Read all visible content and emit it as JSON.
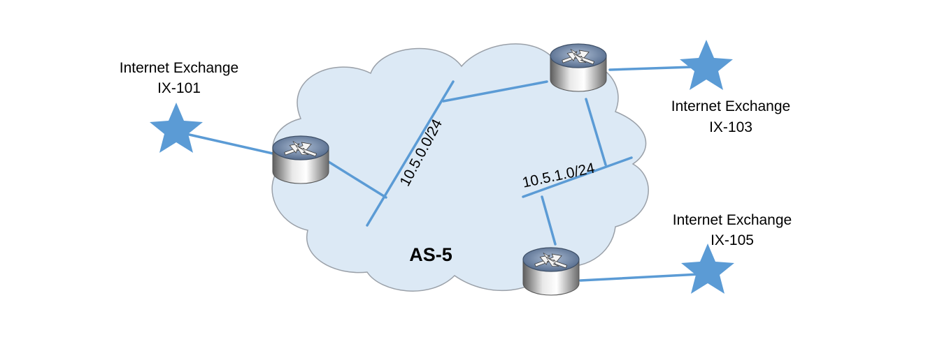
{
  "colors": {
    "cloud_fill": "#dce9f5",
    "cloud_stroke": "#9aa0a8",
    "link": "#5b9bd5",
    "star": "#5b9bd5"
  },
  "autonomous_system": {
    "label": "AS-5"
  },
  "exchanges": [
    {
      "title": "Internet Exchange",
      "id": "IX-101"
    },
    {
      "title": "Internet Exchange",
      "id": "IX-103"
    },
    {
      "title": "Internet Exchange",
      "id": "IX-105"
    }
  ],
  "networks": [
    {
      "label": "10.5.0.0/24"
    },
    {
      "label": "10.5.1.0/24"
    }
  ],
  "icons": {
    "router": "router-icon",
    "exchange": "star-icon"
  }
}
